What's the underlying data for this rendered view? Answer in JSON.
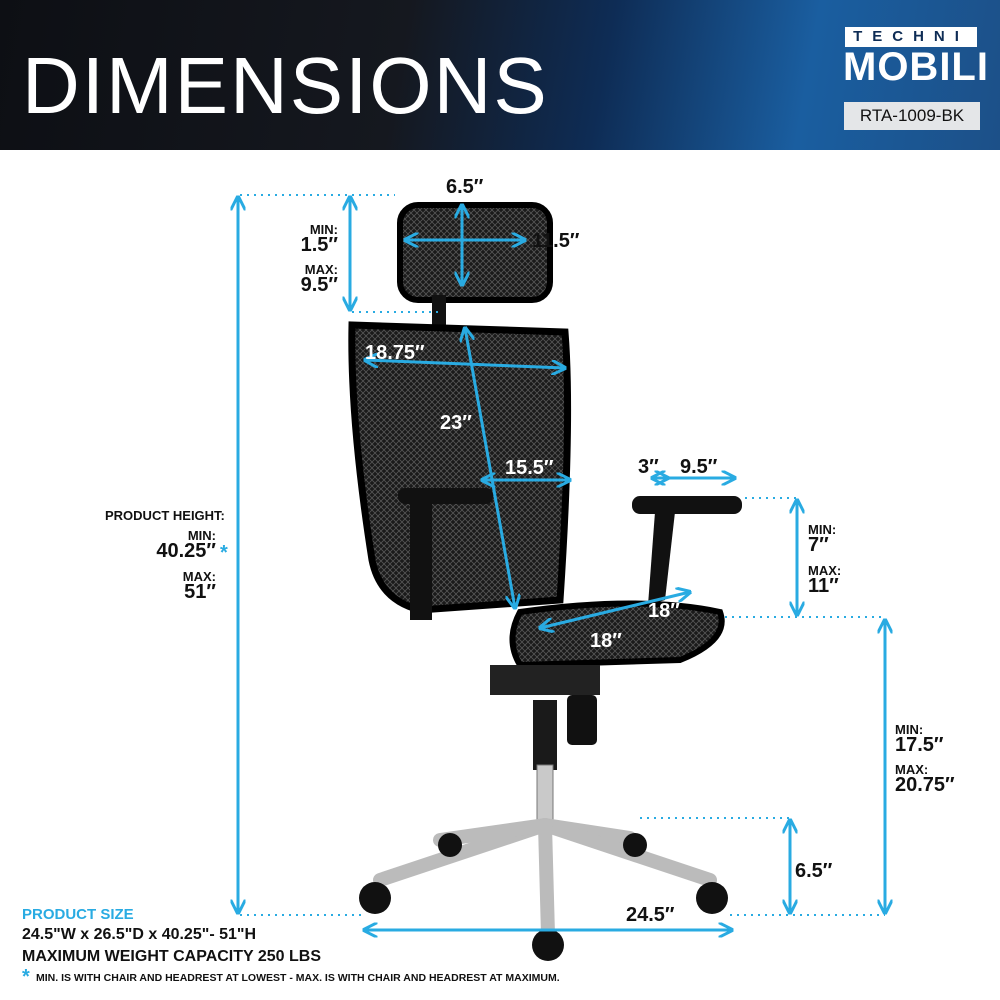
{
  "header": {
    "title": "DIMENSIONS",
    "brand_top": "TECHNI",
    "brand_main": "MOBILI",
    "model": "RTA-1009-BK"
  },
  "colors": {
    "accent": "#29abe2",
    "header_dark": "#0d0f14",
    "header_blue": "#1a5ea0"
  },
  "dims": {
    "headrest_depth": "6.5″",
    "headrest_width": "11.5″",
    "headrest_min_label": "MIN:",
    "headrest_min": "1.5″",
    "headrest_max_label": "MAX:",
    "headrest_max": "9.5″",
    "back_width": "18.75″",
    "back_height": "23″",
    "lumbar_width": "15.5″",
    "arm_adjust": "3″",
    "arm_length": "9.5″",
    "arm_min_label": "MIN:",
    "arm_min": "7″",
    "arm_max_label": "MAX:",
    "arm_max": "11″",
    "seat_depth": "18″",
    "seat_width": "18″",
    "height_label": "PRODUCT HEIGHT:",
    "height_min_label": "MIN:",
    "height_min": "40.25″",
    "height_asterisk": "*",
    "height_max_label": "MAX:",
    "height_max": "51″",
    "seat_min_label": "MIN:",
    "seat_min": "17.5″",
    "seat_max_label": "MAX:",
    "seat_max": "20.75″",
    "caster_height": "6.5″",
    "base_width": "24.5″"
  },
  "footer": {
    "size_label": "PRODUCT SIZE",
    "size": "24.5\"W x 26.5\"D x 40.25\"- 51\"H",
    "weight": "MAXIMUM WEIGHT CAPACITY 250 LBS",
    "asterisk": "*",
    "note": "MIN. IS WITH CHAIR AND HEADREST AT LOWEST - MAX. IS WITH CHAIR AND HEADREST AT MAXIMUM."
  }
}
